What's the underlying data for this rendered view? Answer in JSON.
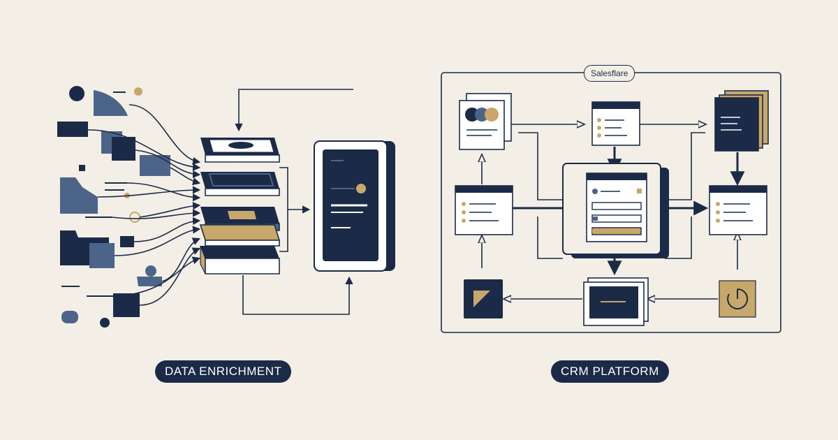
{
  "labels": {
    "left_section": "DATA ENRICHMENT",
    "right_section": "CRM PLATFORM",
    "brand": "Salesflare"
  },
  "colors": {
    "background": "#f3efe6",
    "navy": "#1b2a47",
    "slate_blue": "#4d6489",
    "gold": "#c7a86a",
    "white": "#ffffff"
  },
  "icons": {
    "chart_widget": "pie-chart-icon",
    "source_stack": "card-stack-icon"
  }
}
